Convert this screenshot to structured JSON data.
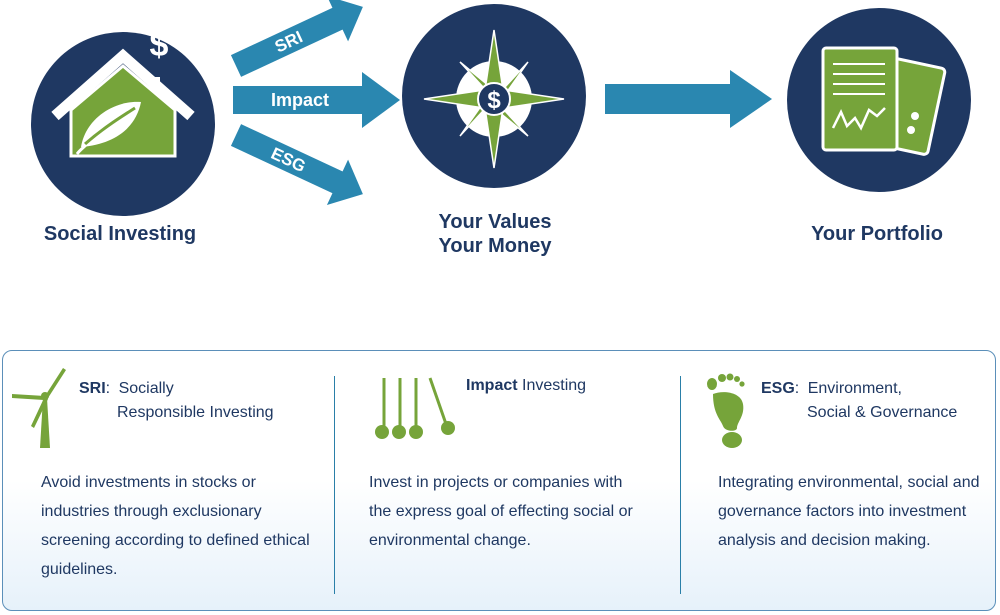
{
  "flow": {
    "left_label": "Social Investing",
    "center_label_line1": "Your Values",
    "center_label_line2": "Your Money",
    "right_label": "Your Portfolio",
    "arrows": {
      "top": "SRI",
      "middle": "Impact",
      "bottom": "ESG"
    },
    "house_symbol": "$",
    "compass_symbol": "$"
  },
  "cards": [
    {
      "abbr": "SRI",
      "sep": ":",
      "name_line1": "Socially",
      "name_line2": "Responsible Investing",
      "icon": "wind-turbine-icon",
      "description": "Avoid investments in stocks or industries through exclusionary screening according to defined ethical guidelines."
    },
    {
      "abbr": "Impact",
      "name_line1": "Investing",
      "icon": "newtons-cradle-icon",
      "description": "Invest in projects or companies with the express goal of effecting social or environmental change."
    },
    {
      "abbr": "ESG",
      "sep": ":",
      "name_line1": "Environment,",
      "name_line2": "Social & Governance",
      "icon": "footprint-icon",
      "description": "Integrating environmental, social and governance factors into investment analysis and decision making."
    }
  ],
  "colors": {
    "navy": "#1f3862",
    "green": "#76a43a",
    "teal": "#2a87b0",
    "panel_border": "#5b8fb9"
  }
}
